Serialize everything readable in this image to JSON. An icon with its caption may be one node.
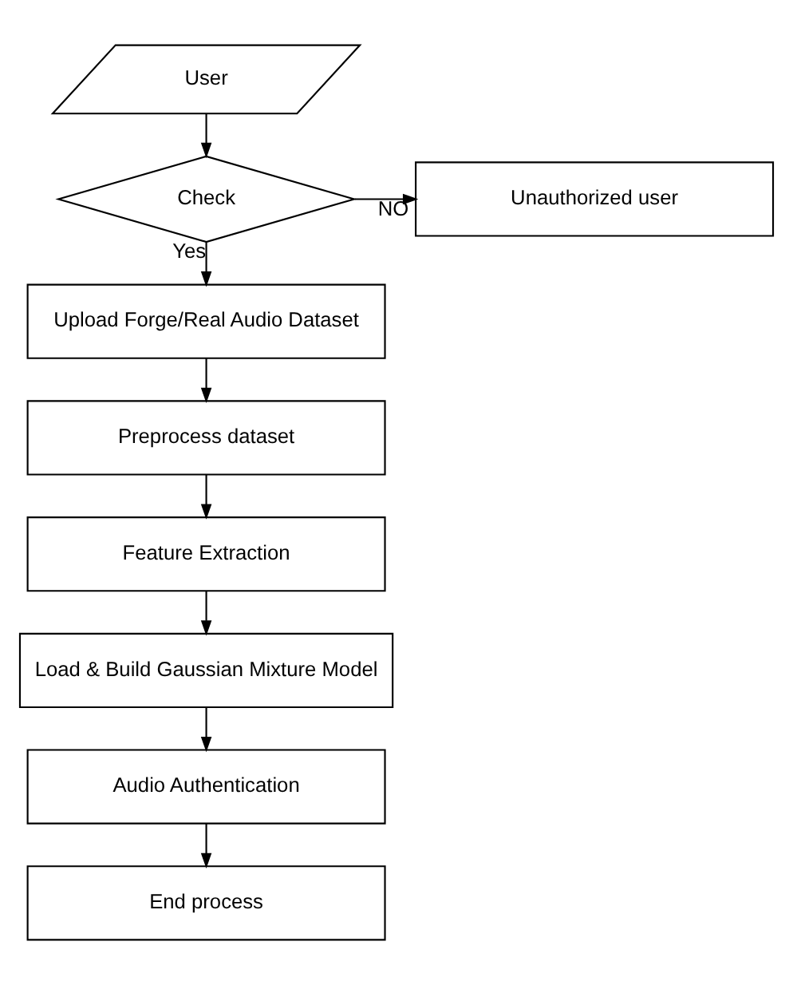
{
  "diagram": {
    "nodes": [
      {
        "text": [
          "User"
        ]
      },
      {
        "text": [
          "Check"
        ]
      },
      {
        "text": [
          "Unauthorized user"
        ]
      },
      {
        "text": [
          "Upload Forge/Real Audio Dataset"
        ]
      },
      {
        "text": [
          "Preprocess dataset"
        ]
      },
      {
        "text": [
          "Feature Extraction"
        ]
      },
      {
        "text": [
          "Load & Build Gaussian Mixture Model"
        ]
      },
      {
        "text": [
          "Audio Authentication"
        ]
      },
      {
        "text": [
          "End process"
        ]
      }
    ],
    "edges": [
      {
        "from": 0,
        "to": 1,
        "arrow": "to"
      },
      {
        "from": 1,
        "to": 2,
        "arrow": "to",
        "label": "NO"
      },
      {
        "from": 1,
        "to": 3,
        "arrow": "to",
        "label": "Yes"
      },
      {
        "from": 3,
        "to": 4,
        "arrow": "to"
      },
      {
        "from": 4,
        "to": 5,
        "arrow": "to"
      },
      {
        "from": 5,
        "to": 6,
        "arrow": "to"
      },
      {
        "from": 6,
        "to": 7,
        "arrow": "to"
      },
      {
        "from": 7,
        "to": 8,
        "arrow": "to"
      }
    ]
  }
}
